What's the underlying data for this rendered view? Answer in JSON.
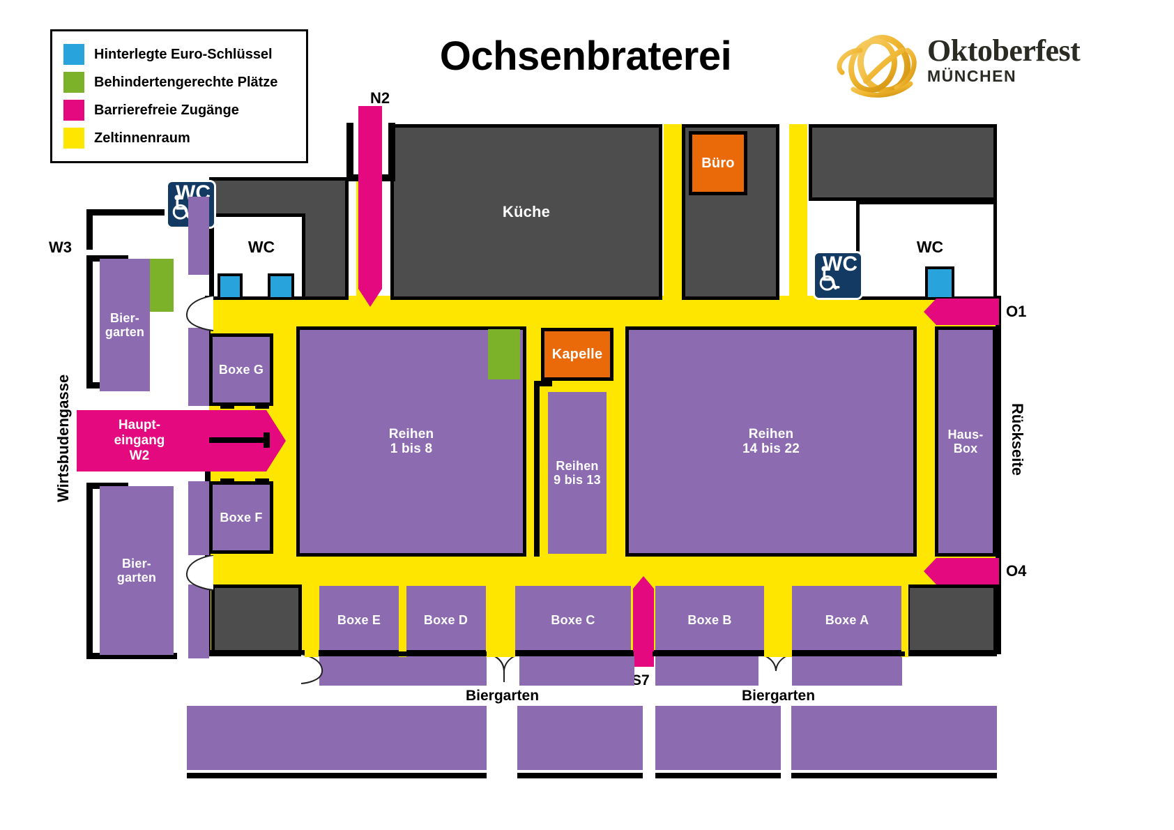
{
  "page": {
    "title": "Ochsenbraterei",
    "kind": "oktoberfest-tent-floorplan"
  },
  "logo": {
    "brand_line1": "Oktoberfest",
    "brand_line2": "MÜNCHEN",
    "mark_name": "oktoberfest-swirl-logo",
    "gold_light": "#F5C451",
    "gold_dark": "#D99A14"
  },
  "legend": {
    "items": [
      {
        "color": "#29A3DC",
        "label": "Hinterlegte Euro-Schlüssel",
        "name": "euro-key-deposit"
      },
      {
        "color": "#7CB22A",
        "label": "Behindertengerechte Plätze",
        "name": "accessible-seating"
      },
      {
        "color": "#E5097F",
        "label": "Barrierefreie Zugänge",
        "name": "barrier-free-access"
      },
      {
        "color": "#FFE600",
        "label": "Zeltinnenraum",
        "name": "tent-interior"
      }
    ]
  },
  "colors": {
    "yellow_interior": "#FFE600",
    "purple_seating": "#8C6BB1",
    "grey_service": "#4D4D4D",
    "orange_special": "#EA6A0A",
    "pink_access": "#E5097F",
    "blue_eurokey": "#29A3DC",
    "green_accessible": "#7CB22A",
    "outline": "#000000",
    "wc_sign_bg": "#123A63"
  },
  "rooms": {
    "kueche": "Küche",
    "buero": "Büro",
    "kapelle": "Kapelle",
    "wc_plain_left": "WC",
    "wc_plain_right": "WC",
    "wc_accessible_left": "WC",
    "wc_accessible_right": "WC"
  },
  "seating": {
    "reihen_1_8": "Reihen\n1 bis 8",
    "reihen_1_8_line1": "Reihen",
    "reihen_1_8_line2": "1 bis 8",
    "reihen_9_13_line1": "Reihen",
    "reihen_9_13_line2": "9 bis 13",
    "reihen_14_22_line1": "Reihen",
    "reihen_14_22_line2": "14 bis 22",
    "haus_box_line1": "Haus-",
    "haus_box_line2": "Box",
    "boxe_a": "Boxe A",
    "boxe_b": "Boxe B",
    "boxe_c": "Boxe C",
    "boxe_d": "Boxe D",
    "boxe_e": "Boxe E",
    "boxe_f": "Boxe F",
    "boxe_g": "Boxe G"
  },
  "biergarten": {
    "left_top_line1": "Bier-",
    "left_top_line2": "garten",
    "left_bottom_line1": "Bier-",
    "left_bottom_line2": "garten",
    "bottom_left": "Biergarten",
    "bottom_right": "Biergarten"
  },
  "entrances": {
    "main_line1": "Haupt-",
    "main_line2": "eingang",
    "main_line3": "W2",
    "n2": "N2",
    "s7": "S7",
    "o1": "O1",
    "o4": "O4",
    "w3": "W3"
  },
  "streets": {
    "west": "Wirtsbudengasse",
    "east": "Rückseite"
  }
}
